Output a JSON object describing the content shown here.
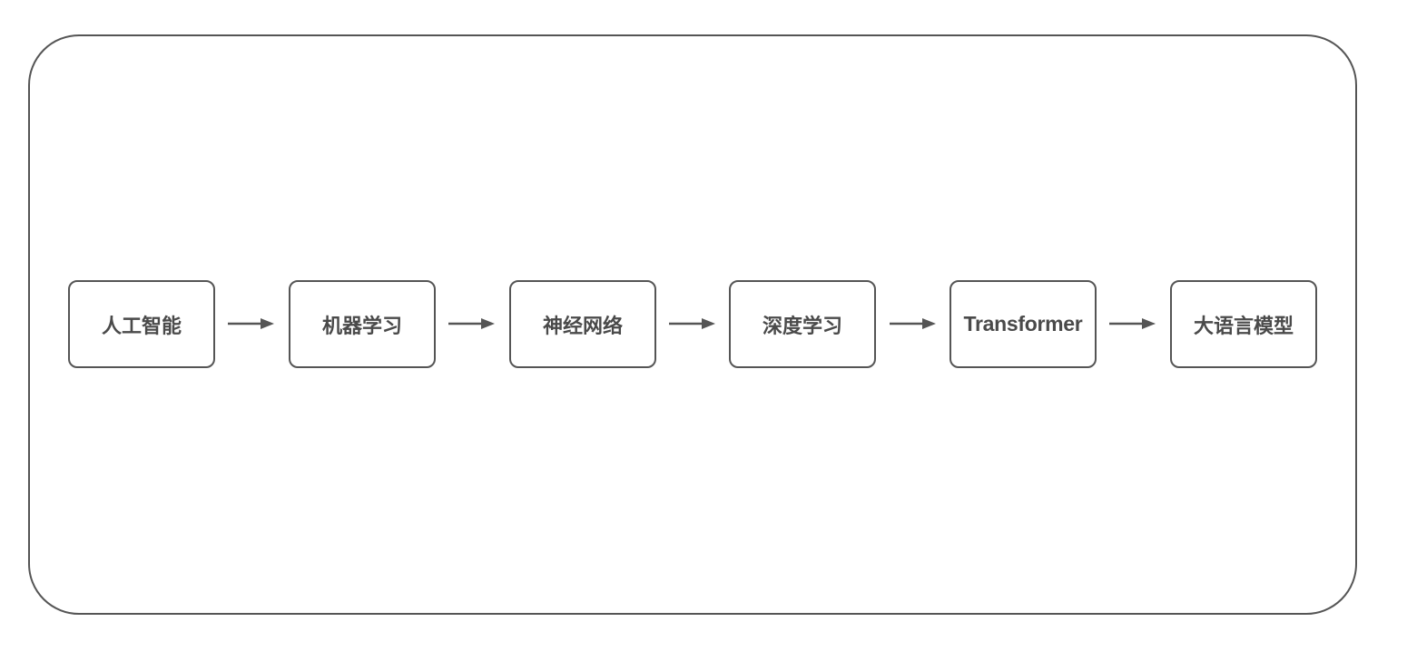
{
  "diagram": {
    "type": "flowchart",
    "direction": "left-to-right",
    "colors": {
      "stroke": "#555555",
      "text": "#4a4a4a",
      "background": "#ffffff"
    },
    "nodes": [
      {
        "id": "ai",
        "label": "人工智能"
      },
      {
        "id": "ml",
        "label": "机器学习"
      },
      {
        "id": "nn",
        "label": "神经网络"
      },
      {
        "id": "dl",
        "label": "深度学习"
      },
      {
        "id": "transformer",
        "label": "Transformer"
      },
      {
        "id": "llm",
        "label": "大语言模型"
      }
    ],
    "edges": [
      {
        "from": "ai",
        "to": "ml"
      },
      {
        "from": "ml",
        "to": "nn"
      },
      {
        "from": "nn",
        "to": "dl"
      },
      {
        "from": "dl",
        "to": "transformer"
      },
      {
        "from": "transformer",
        "to": "llm"
      }
    ]
  }
}
